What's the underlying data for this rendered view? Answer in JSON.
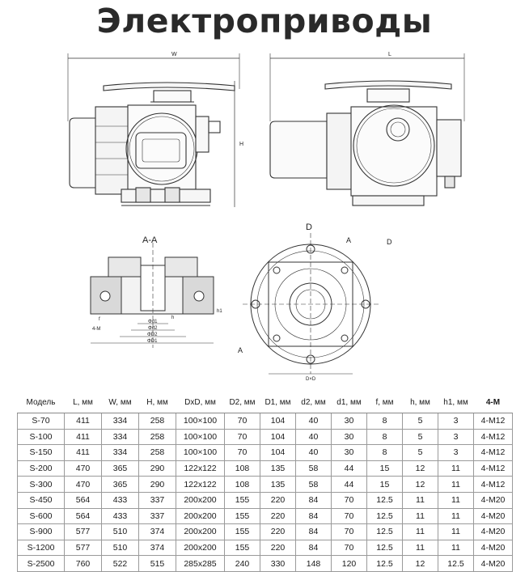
{
  "page": {
    "title": "Электроприводы"
  },
  "drawing": {
    "front_view": {
      "width_label": "W",
      "height_label": "H"
    },
    "side_view": {
      "length_label": "L"
    },
    "section": {
      "title": "A-A",
      "labels": [
        "Φd1",
        "Φd2",
        "ΦD2",
        "ΦD1",
        "h",
        "h1",
        "f",
        "4-M"
      ]
    },
    "flange": {
      "labels": [
        "D",
        "D",
        "A",
        "A",
        "D×D"
      ]
    }
  },
  "table": {
    "headers": [
      "Модель",
      "L, мм",
      "W, мм",
      "H, мм",
      "DxD, мм",
      "D2, мм",
      "D1, мм",
      "d2, мм",
      "d1, мм",
      "f, мм",
      "h, мм",
      "h1, мм",
      "4-M"
    ],
    "rows": [
      [
        "S-70",
        "411",
        "334",
        "258",
        "100×100",
        "70",
        "104",
        "40",
        "30",
        "8",
        "5",
        "3",
        "4-M12"
      ],
      [
        "S-100",
        "411",
        "334",
        "258",
        "100×100",
        "70",
        "104",
        "40",
        "30",
        "8",
        "5",
        "3",
        "4-M12"
      ],
      [
        "S-150",
        "411",
        "334",
        "258",
        "100×100",
        "70",
        "104",
        "40",
        "30",
        "8",
        "5",
        "3",
        "4-M12"
      ],
      [
        "S-200",
        "470",
        "365",
        "290",
        "122x122",
        "108",
        "135",
        "58",
        "44",
        "15",
        "12",
        "11",
        "4-M12"
      ],
      [
        "S-300",
        "470",
        "365",
        "290",
        "122x122",
        "108",
        "135",
        "58",
        "44",
        "15",
        "12",
        "11",
        "4-M12"
      ],
      [
        "S-450",
        "564",
        "433",
        "337",
        "200x200",
        "155",
        "220",
        "84",
        "70",
        "12.5",
        "11",
        "11",
        "4-M20"
      ],
      [
        "S-600",
        "564",
        "433",
        "337",
        "200x200",
        "155",
        "220",
        "84",
        "70",
        "12.5",
        "11",
        "11",
        "4-M20"
      ],
      [
        "S-900",
        "577",
        "510",
        "374",
        "200x200",
        "155",
        "220",
        "84",
        "70",
        "12.5",
        "11",
        "11",
        "4-M20"
      ],
      [
        "S-1200",
        "577",
        "510",
        "374",
        "200x200",
        "155",
        "220",
        "84",
        "70",
        "12.5",
        "11",
        "11",
        "4-M20"
      ],
      [
        "S-2500",
        "760",
        "522",
        "515",
        "285x285",
        "240",
        "330",
        "148",
        "120",
        "12.5",
        "12",
        "12.5",
        "4-M20"
      ]
    ]
  }
}
